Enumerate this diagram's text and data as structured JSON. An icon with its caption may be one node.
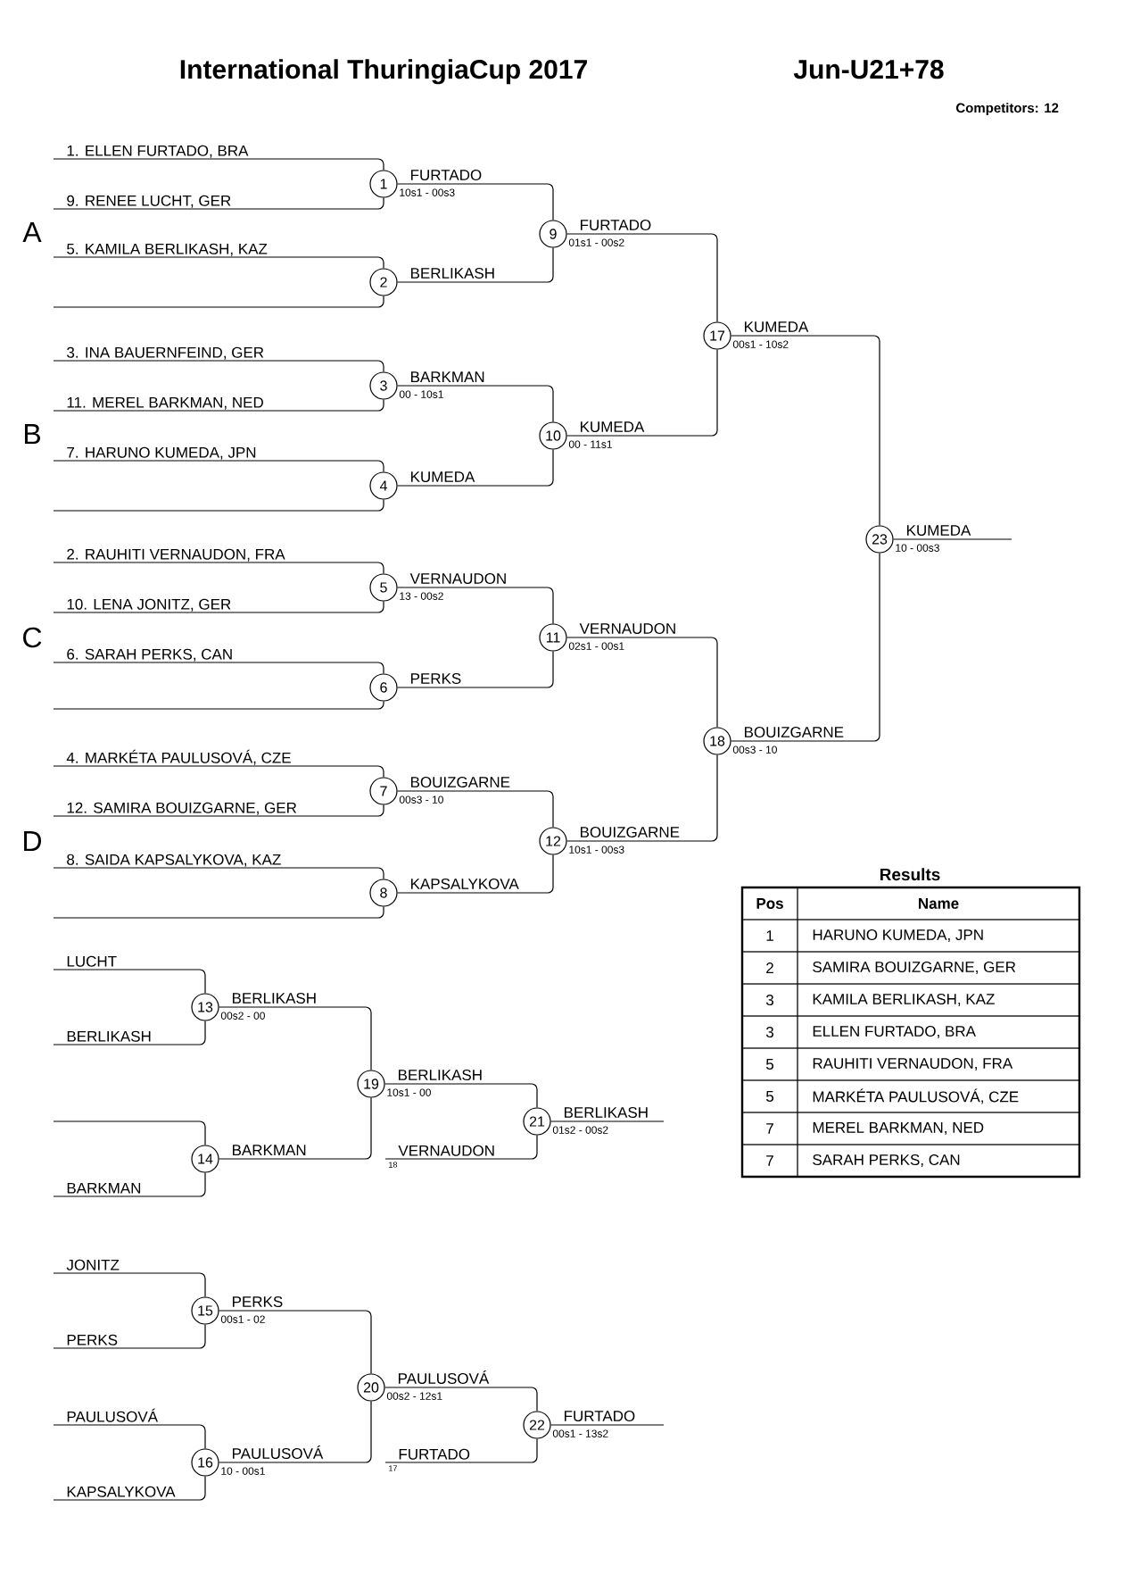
{
  "diagram": {
    "title": "International ThuringiaCup 2017",
    "nodes": [
      {
        "text": [
          "1. ELLEN FURTADO, BRA"
        ]
      },
      {
        "text": [
          "9. RENEE LUCHT, GER"
        ]
      },
      {
        "text": [
          "5. KAMILA BERLIKASH, KAZ"
        ]
      },
      {
        "text": [
          "3. INA BAUERNFEIND, GER"
        ]
      },
      {
        "text": [
          "11. MEREL BARKMAN, NED"
        ]
      },
      {
        "text": [
          "7. HARUNO KUMEDA, JPN"
        ]
      },
      {
        "text": [
          "2. RAUHITI VERNAUDON, FRA"
        ]
      },
      {
        "text": [
          "10. LENA JONITZ, GER"
        ]
      },
      {
        "text": [
          "6. SARAH PERKS, CAN"
        ]
      },
      {
        "text": [
          "4. MARKÉTA PAULUSOVÁ, CZE"
        ]
      },
      {
        "text": [
          "12. SAMIRA BOUIZGARNE, GER"
        ]
      },
      {
        "text": [
          "8. SAIDA KAPSALYKOVA, KAZ"
        ]
      },
      {
        "text": [
          "1"
        ],
        "beside": [
          "10s1 - 00s3"
        ]
      },
      {
        "text": [
          "2"
        ]
      },
      {
        "text": [
          "3"
        ],
        "beside": [
          "00 - 10s1"
        ]
      },
      {
        "text": [
          "4"
        ]
      },
      {
        "text": [
          "5"
        ],
        "beside": [
          "13 - 00s2"
        ]
      },
      {
        "text": [
          "6"
        ]
      },
      {
        "text": [
          "7"
        ],
        "beside": [
          "00s3 - 10"
        ]
      },
      {
        "text": [
          "8"
        ]
      },
      {
        "text": [
          "9"
        ],
        "beside": [
          "01s1 - 00s2"
        ]
      },
      {
        "text": [
          "10"
        ],
        "beside": [
          "00 - 11s1"
        ]
      },
      {
        "text": [
          "11"
        ],
        "beside": [
          "02s1 - 00s1"
        ]
      },
      {
        "text": [
          "12"
        ],
        "beside": [
          "10s1 - 00s3"
        ]
      },
      {
        "text": [
          "13"
        ],
        "beside": [
          "00s2 - 00"
        ]
      },
      {
        "text": [
          "14"
        ]
      },
      {
        "text": [
          "15"
        ],
        "beside": [
          "00s1 - 02"
        ]
      },
      {
        "text": [
          "16"
        ],
        "beside": [
          "10 - 00s1"
        ]
      },
      {
        "text": [
          "17"
        ],
        "beside": [
          "00s1 - 10s2"
        ]
      },
      {
        "text": [
          "18"
        ],
        "beside": [
          "00s3 - 10"
        ]
      },
      {
        "text": [
          "19"
        ],
        "beside": [
          "10s1 - 00"
        ]
      },
      {
        "text": [
          "20"
        ],
        "beside": [
          "00s2 - 12s1"
        ]
      },
      {
        "text": [
          "21"
        ],
        "beside": [
          "01s2 - 00s2"
        ]
      },
      {
        "text": [
          "22"
        ],
        "beside": [
          "00s1 - 13s2"
        ]
      },
      {
        "text": [
          "23"
        ],
        "beside": [
          "10 - 00s3"
        ]
      },
      {
        "text": [
          "LUCHT"
        ]
      },
      {
        "text": [
          "BERLIKASH"
        ]
      },
      {
        "text": [
          "BARKMAN"
        ]
      },
      {
        "text": [
          "VERNAUDON"
        ],
        "beside": [
          "18"
        ]
      },
      {
        "text": [
          "JONITZ"
        ]
      },
      {
        "text": [
          "PERKS"
        ]
      },
      {
        "text": [
          "PAULUSOVÁ"
        ]
      },
      {
        "text": [
          "KAPSALYKOVA"
        ]
      },
      {
        "text": [
          "FURTADO"
        ],
        "beside": [
          "17"
        ]
      }
    ],
    "edges": [
      {
        "from": 0,
        "to": 12,
        "arrow": "none"
      },
      {
        "from": 1,
        "to": 12,
        "arrow": "none"
      },
      {
        "from": 2,
        "to": 13,
        "arrow": "none"
      },
      {
        "from": null,
        "to": 13,
        "arrow": "none"
      },
      {
        "from": 3,
        "to": 14,
        "arrow": "none"
      },
      {
        "from": 4,
        "to": 14,
        "arrow": "none"
      },
      {
        "from": 5,
        "to": 15,
        "arrow": "none"
      },
      {
        "from": null,
        "to": 15,
        "arrow": "none"
      },
      {
        "from": 6,
        "to": 16,
        "arrow": "none"
      },
      {
        "from": 7,
        "to": 16,
        "arrow": "none"
      },
      {
        "from": 8,
        "to": 17,
        "arrow": "none"
      },
      {
        "from": null,
        "to": 17,
        "arrow": "none"
      },
      {
        "from": 9,
        "to": 18,
        "arrow": "none"
      },
      {
        "from": 10,
        "to": 18,
        "arrow": "none"
      },
      {
        "from": 11,
        "to": 19,
        "arrow": "none"
      },
      {
        "from": null,
        "to": 19,
        "arrow": "none"
      },
      {
        "from": 12,
        "to": 20,
        "arrow": "none",
        "label": "FURTADO"
      },
      {
        "from": 13,
        "to": 20,
        "arrow": "none",
        "label": "BERLIKASH"
      },
      {
        "from": 14,
        "to": 21,
        "arrow": "none",
        "label": "BARKMAN"
      },
      {
        "from": 15,
        "to": 21,
        "arrow": "none",
        "label": "KUMEDA"
      },
      {
        "from": 16,
        "to": 22,
        "arrow": "none",
        "label": "VERNAUDON"
      },
      {
        "from": 17,
        "to": 22,
        "arrow": "none",
        "label": "PERKS"
      },
      {
        "from": 18,
        "to": 23,
        "arrow": "none",
        "label": "BOUIZGARNE"
      },
      {
        "from": 19,
        "to": 23,
        "arrow": "none",
        "label": "KAPSALYKOVA"
      },
      {
        "from": 20,
        "to": 28,
        "arrow": "none",
        "label": "FURTADO"
      },
      {
        "from": 21,
        "to": 28,
        "arrow": "none",
        "label": "KUMEDA"
      },
      {
        "from": 22,
        "to": 29,
        "arrow": "none",
        "label": "VERNAUDON"
      },
      {
        "from": 23,
        "to": 29,
        "arrow": "none",
        "label": "BOUIZGARNE"
      },
      {
        "from": 28,
        "to": 34,
        "arrow": "none",
        "label": "KUMEDA"
      },
      {
        "from": 29,
        "to": 34,
        "arrow": "none",
        "label": "BOUIZGARNE"
      },
      {
        "from": 34,
        "to": null,
        "arrow": "none",
        "label": "KUMEDA"
      },
      {
        "from": 35,
        "to": 24,
        "arrow": "none"
      },
      {
        "from": 36,
        "to": 24,
        "arrow": "none"
      },
      {
        "from": null,
        "to": 25,
        "arrow": "none"
      },
      {
        "from": 37,
        "to": 25,
        "arrow": "none"
      },
      {
        "from": 24,
        "to": 30,
        "arrow": "none",
        "label": "BERLIKASH"
      },
      {
        "from": 25,
        "to": 30,
        "arrow": "none",
        "label": "BARKMAN"
      },
      {
        "from": 30,
        "to": 32,
        "arrow": "none",
        "label": "BERLIKASH"
      },
      {
        "from": 38,
        "to": 32,
        "arrow": "none"
      },
      {
        "from": 32,
        "to": null,
        "arrow": "none",
        "label": "BERLIKASH"
      },
      {
        "from": 39,
        "to": 26,
        "arrow": "none"
      },
      {
        "from": 40,
        "to": 26,
        "arrow": "none"
      },
      {
        "from": 41,
        "to": 27,
        "arrow": "none"
      },
      {
        "from": 42,
        "to": 27,
        "arrow": "none"
      },
      {
        "from": 26,
        "to": 31,
        "arrow": "none",
        "label": "PERKS"
      },
      {
        "from": 27,
        "to": 31,
        "arrow": "none",
        "label": "PAULUSOVÁ"
      },
      {
        "from": 31,
        "to": 33,
        "arrow": "none",
        "label": "PAULUSOVÁ"
      },
      {
        "from": 43,
        "to": 33,
        "arrow": "none"
      },
      {
        "from": 33,
        "to": null,
        "arrow": "none",
        "label": "FURTADO"
      }
    ],
    "labels": [
      "Jun-U21+78",
      "Competitors: 12",
      "A",
      "B",
      "C",
      "D",
      "Results",
      "Pos",
      "Name",
      "1",
      "HARUNO KUMEDA, JPN",
      "2",
      "SAMIRA BOUIZGARNE, GER",
      "3",
      "KAMILA BERLIKASH, KAZ",
      "3",
      "ELLEN FURTADO, BRA",
      "5",
      "RAUHITI VERNAUDON, FRA",
      "5",
      "MARKÉTA PAULUSOVÁ, CZE",
      "7",
      "MEREL BARKMAN, NED",
      "7",
      "SARAH PERKS, CAN"
    ]
  }
}
